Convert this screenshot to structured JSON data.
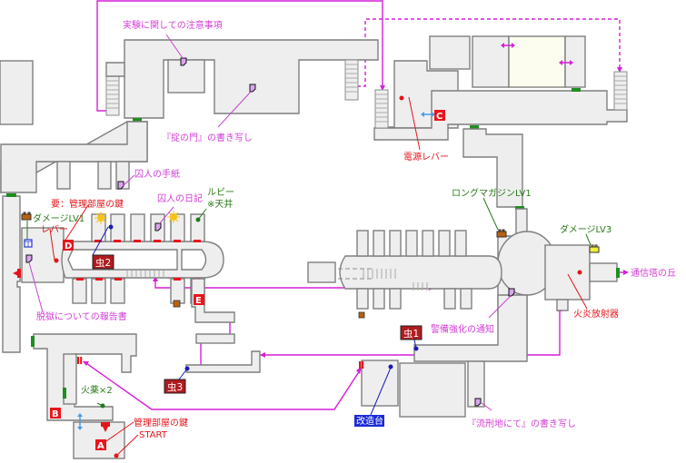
{
  "map": {
    "colors": {
      "document": "#d9a5ef",
      "route": "#d61fd9",
      "key_item": "#e4151b",
      "weapon": "#2a7a19",
      "bug": "#b01b1f",
      "workbench": "#1a2ad8",
      "open_door": "#1d8f1d",
      "locked_door": "#e8151b",
      "floor": "#eeeeef"
    },
    "documents": {
      "experiment_notes": "実験に関しての注意事項",
      "gate_copy": "『掟の門』の書き写し",
      "prisoner_letter": "囚人の手紙",
      "prisoner_diary": "囚人の日記",
      "escape_report": "脱獄についての報告書",
      "security_notice": "警備強化の通知",
      "exile_copy": "『流刑地にて』の書き写し"
    },
    "items": {
      "power_lever": "電源レバー",
      "key_required": "要：管理部屋の鍵",
      "lever": "レバー",
      "damage_lv1": "ダメージLV1",
      "ruby": "ルビー",
      "ruby_note": "※天井",
      "long_magazine": "ロングマガジンLV1",
      "damage_lv3": "ダメージLV3",
      "flamethrower": "火炎放射器",
      "gunpowder": "火薬×2",
      "admin_key": "管理部屋の鍵",
      "start": "START"
    },
    "exits": {
      "radio_tower": "通信塔の丘"
    },
    "workbench": "改造台",
    "bugs": [
      "虫1",
      "虫2",
      "虫3"
    ],
    "door_markers": [
      "A",
      "B",
      "C",
      "D",
      "E"
    ]
  }
}
